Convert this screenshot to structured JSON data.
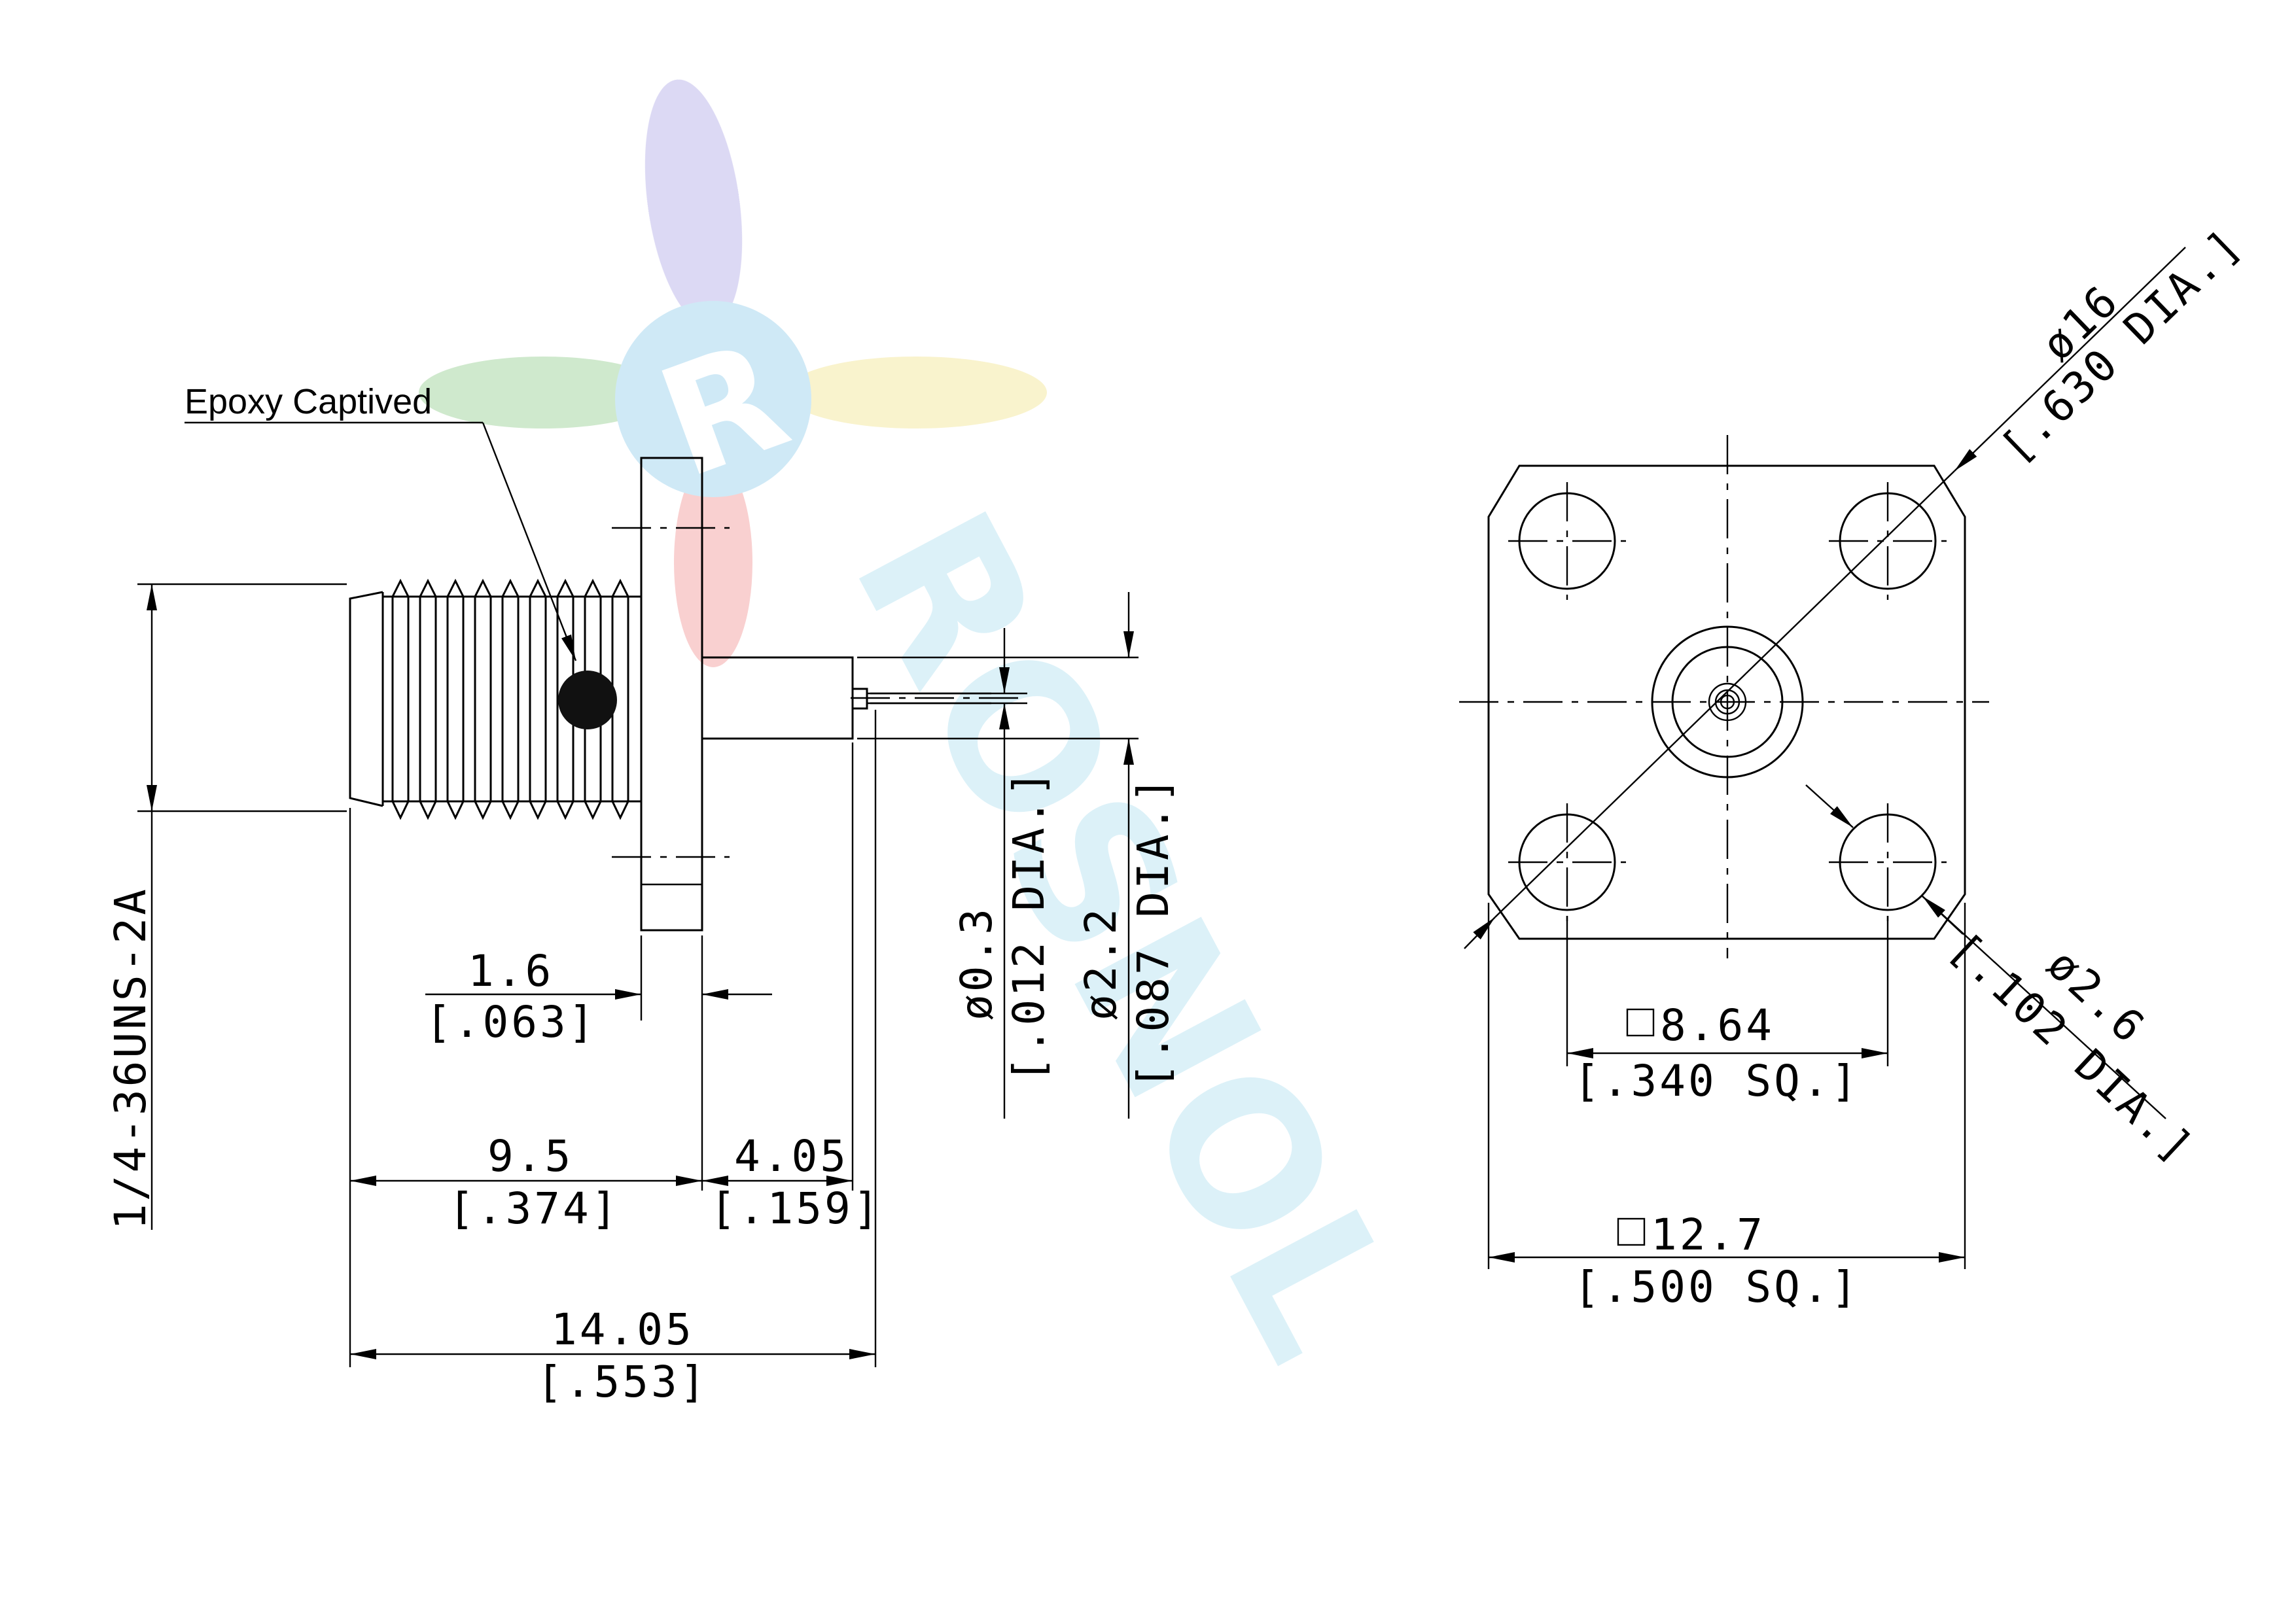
{
  "watermark": {
    "brand_text": "ROSNOL",
    "logo_letter": "R",
    "colors": {
      "blue": "#9fd3ec",
      "green": "#9fd39a",
      "yellow": "#f3e69a",
      "red": "#f2a0a0",
      "purple": "#b9b3e8"
    }
  },
  "side_view": {
    "callout": "Epoxy Captived",
    "thread_spec": "1/4-36UNS-2A",
    "dimensions": {
      "flange_thickness": {
        "mm": "1.6",
        "inch": "[.063]"
      },
      "body_length": {
        "mm": "9.5",
        "inch": "[.374]"
      },
      "pin_length": {
        "mm": "4.05",
        "inch": "[.159]"
      },
      "overall_length": {
        "mm": "14.05",
        "inch": "[.553]"
      },
      "pin_diameter": {
        "mm": "ø0.3",
        "inch": "[.012 DIA.]"
      },
      "dielectric_diameter": {
        "mm": "ø2.2",
        "inch": "[.087 DIA.]"
      }
    }
  },
  "front_view": {
    "dimensions": {
      "bolt_circle": {
        "mm": "ø16",
        "inch": "[.630 DIA.]"
      },
      "hole_diameter": {
        "mm": "ø2.6",
        "inch": "[.102 DIA.]"
      },
      "hole_spacing": {
        "mm": "8.64",
        "inch": "[.340 SQ.]"
      },
      "flange_size": {
        "mm": "12.7",
        "inch": "[.500 SQ.]"
      }
    }
  }
}
